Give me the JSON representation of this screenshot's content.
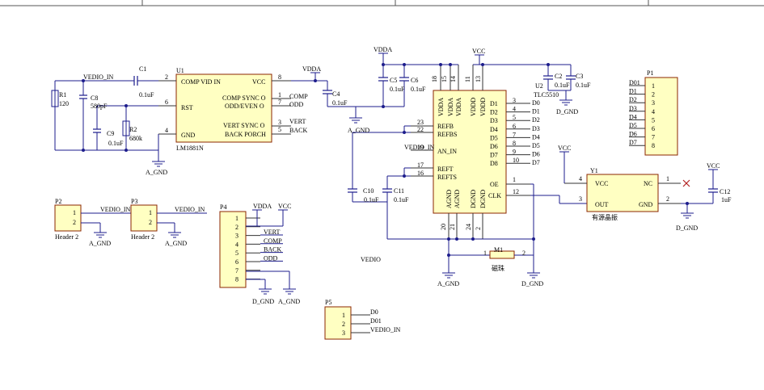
{
  "U1": {
    "ref": "U1",
    "part": "LM1881N",
    "pin_vid": "COMP VID IN",
    "pin_vcc": "VCC",
    "pin_rst": "RST",
    "pin_gnd": "GND",
    "pin_comp_sync": "COMP SYNC O",
    "pin_odd_even": "ODD/EVEN O",
    "pin_vert_sync": "VERT SYNC O",
    "pin_back_porch": "BACK PORCH",
    "n2": "2",
    "n8": "8",
    "n6": "6",
    "n4": "4",
    "n1": "1",
    "n7": "7",
    "n3": "3",
    "n5": "5",
    "net_comp": "COMP",
    "net_odd": "ODD",
    "net_vert": "VERT",
    "net_back": "BACK"
  },
  "input": {
    "vedio_in": "VEDIO_IN",
    "c1": "C1",
    "c1v": "0.1uF",
    "r1": "R1",
    "r1v": "120",
    "c8": "C8",
    "c8v": "580pF",
    "c9": "C9",
    "c9v": "0.1uF",
    "r2": "R2",
    "r2v": "680k",
    "c4": "C4",
    "c4v": "0.1uF",
    "vdda": "VDDA",
    "agnd": "A_GND"
  },
  "U2": {
    "ref": "U2",
    "part": "TLC5510",
    "p_vdda": "VDDA",
    "p_vddd": "VDDD",
    "p_refb": "REFB",
    "p_refbs": "REFBS",
    "p_anin": "AN_IN",
    "p_reft": "REFT",
    "p_refts": "REFTS",
    "p_agnd": "AGND",
    "p_dgnd": "DGND",
    "p_oe": "OE",
    "p_clk": "CLK",
    "d_pins": [
      "D1",
      "D2",
      "D3",
      "D4",
      "D5",
      "D6",
      "D7",
      "D8"
    ],
    "d_nums": [
      "3",
      "4",
      "5",
      "6",
      "7",
      "8",
      "9",
      "10"
    ],
    "d_nets": [
      "D0",
      "D1",
      "D2",
      "D3",
      "D4",
      "D5",
      "D6",
      "D7"
    ],
    "n18": "18",
    "n15": "15",
    "n14": "14",
    "n11": "11",
    "n13": "13",
    "n23": "23",
    "n22": "22",
    "n19": "19",
    "n17": "17",
    "n16": "16",
    "n20": "20",
    "n21": "21",
    "n24": "24",
    "n2": "2",
    "n1": "1",
    "n12": "12",
    "vedio_in": "VEDIO_IN",
    "vdda": "VDDA",
    "vcc": "VCC",
    "agnd": "A_GND",
    "dgnd": "D_GND",
    "c5": "C5",
    "c6": "C6",
    "cv": "0.1uF",
    "c2": "C2",
    "c3": "C3",
    "c10": "C10",
    "c11": "C11"
  },
  "M1": {
    "ref": "M1",
    "label": "磁珠",
    "n1": "1",
    "n2": "2",
    "agnd": "A_GND",
    "dgnd": "D_GND",
    "net_vedio": "VEDIO"
  },
  "Y1": {
    "ref": "Y1",
    "label": "有源晶振",
    "p_vcc": "VCC",
    "p_nc": "NC",
    "p_out": "OUT",
    "p_gnd": "GND",
    "n4": "4",
    "n1": "1",
    "n3": "3",
    "n2": "2",
    "vcc": "VCC",
    "c12": "C12",
    "c12v": "1uF",
    "dgnd": "D_GND"
  },
  "P1": {
    "ref": "P1",
    "pins": [
      "1",
      "2",
      "3",
      "4",
      "5",
      "6",
      "7",
      "8"
    ],
    "nets": [
      "D01",
      "D1",
      "D2",
      "D3",
      "D4",
      "D5",
      "D6",
      "D7"
    ]
  },
  "P2": {
    "ref": "P2",
    "label": "Header 2",
    "n1": "1",
    "n2": "2",
    "net": "VEDIO_IN",
    "gnd": "A_GND"
  },
  "P3": {
    "ref": "P3",
    "label": "Header 2",
    "n1": "1",
    "n2": "2",
    "net": "VEDIO_IN",
    "gnd": "A_GND"
  },
  "P4": {
    "ref": "P4",
    "pins": [
      "1",
      "2",
      "3",
      "4",
      "5",
      "6",
      "7",
      "8"
    ],
    "nets": [
      "VERT",
      "COMP",
      "BACK",
      "ODD"
    ],
    "vdda": "VDDA",
    "vcc": "VCC",
    "dgnd": "D_GND",
    "agnd": "A_GND"
  },
  "P5": {
    "ref": "P5",
    "pins": [
      "1",
      "2",
      "3"
    ],
    "nets": [
      "D0",
      "D01",
      "VEDIO_IN"
    ]
  }
}
